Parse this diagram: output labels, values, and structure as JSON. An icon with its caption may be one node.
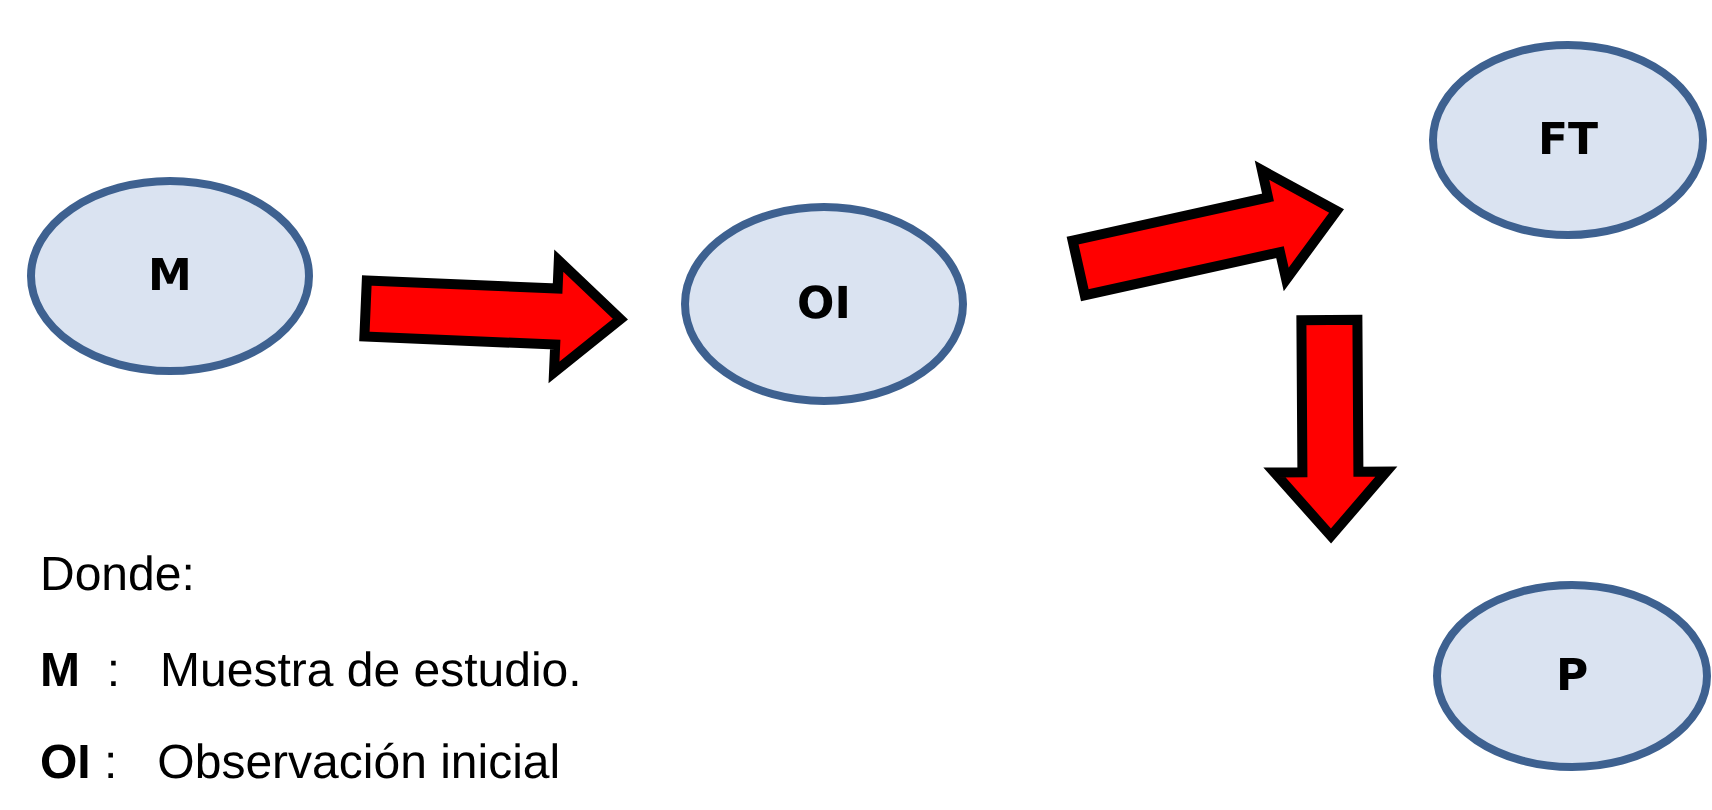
{
  "diagram": {
    "nodes": [
      {
        "text": [
          "M"
        ]
      },
      {
        "text": [
          "OI"
        ]
      },
      {
        "text": [
          "FT"
        ]
      },
      {
        "text": [
          "P"
        ]
      }
    ],
    "edges": [
      {
        "from": 0,
        "to": 1,
        "arrow": "to"
      },
      {
        "from": 1,
        "to": 2,
        "arrow": "to"
      },
      {
        "from": 2,
        "to": 3,
        "arrow": "to"
      }
    ],
    "labels": [
      "Donde:",
      "**M**  :   Muestra de estudio.",
      "**OI** :   Observación inicial"
    ]
  }
}
